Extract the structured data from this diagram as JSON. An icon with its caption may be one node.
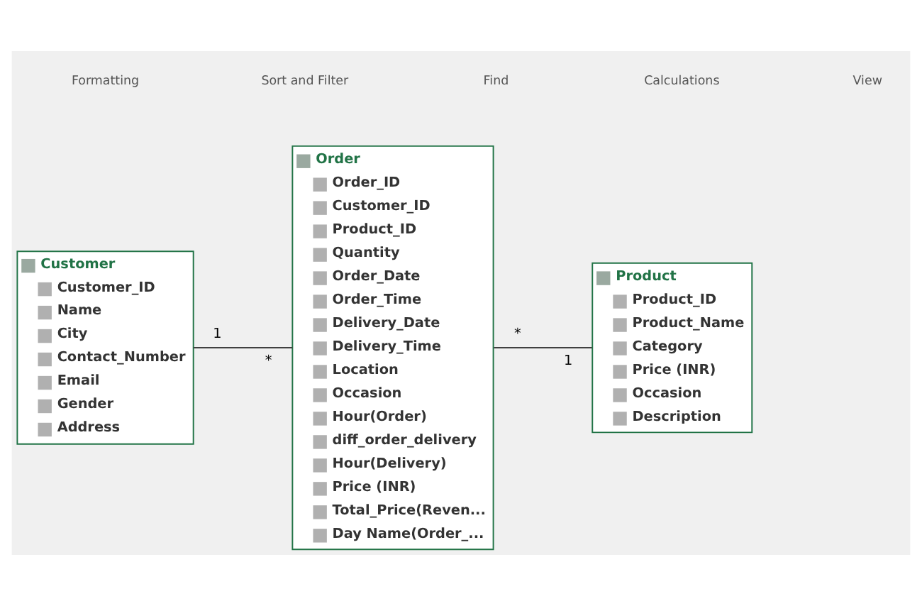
{
  "diagram": {
    "nodes": [
      {
        "text": [
          "Customer",
          "Customer_ID",
          "Name",
          "City",
          "Contact_Number",
          "Email",
          "Gender",
          "Address"
        ]
      },
      {
        "text": [
          "Order",
          "Order_ID",
          "Customer_ID",
          "Product_ID",
          "Quantity",
          "Order_Date",
          "Order_Time",
          "Delivery_Date",
          "Delivery_Time",
          "Location",
          "Occasion",
          "Hour(Order)",
          "diff_order_delivery",
          "Hour(Delivery)",
          "Price (INR)",
          "Total_Price(Reven...",
          "Day Name(Order_..."
        ]
      },
      {
        "text": [
          "Product",
          "Product_ID",
          "Product_Name",
          "Category",
          "Price (INR)",
          "Occasion",
          "Description"
        ]
      }
    ],
    "edges": [
      {
        "from": 0,
        "to": 1,
        "arrow": "none"
      },
      {
        "from": 1,
        "to": 2,
        "arrow": "none"
      }
    ],
    "labels": [
      "Formatting",
      "Sort and Filter",
      "Find",
      "Calculations",
      "View",
      "1",
      "*",
      "*",
      "1"
    ]
  }
}
